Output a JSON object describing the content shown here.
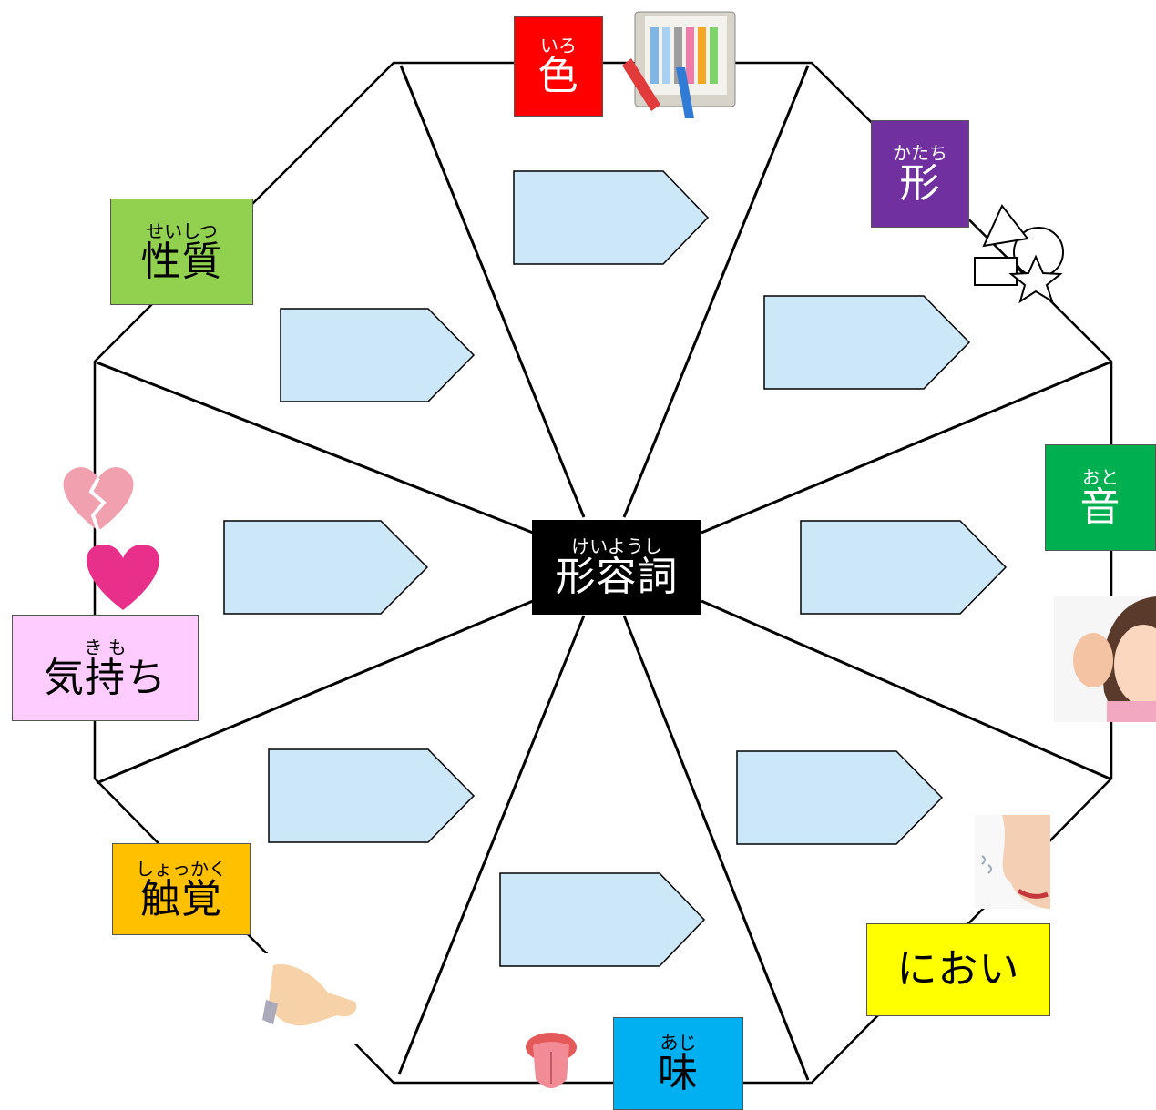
{
  "center": {
    "reading": "けいようし",
    "word": "形容詞",
    "color": "#000000"
  },
  "categories": [
    {
      "id": "iro",
      "reading": "いろ",
      "word": "色",
      "color": "#ff0000",
      "text_color": "#ffffff",
      "icon": "crayons-icon"
    },
    {
      "id": "katachi",
      "reading": "かたち",
      "word": "形",
      "color": "#7030a0",
      "text_color": "#ffffff",
      "icon": "shapes-icon"
    },
    {
      "id": "oto",
      "reading": "おと",
      "word": "音",
      "color": "#00b050",
      "text_color": "#ffffff",
      "icon": "listening-ear-icon"
    },
    {
      "id": "nioi",
      "reading": "",
      "word": "におい",
      "color": "#ffff00",
      "text_color": "#000000",
      "icon": "nose-icon"
    },
    {
      "id": "aji",
      "reading": "あじ",
      "word": "味",
      "color": "#00b0f0",
      "text_color": "#000000",
      "icon": "tongue-icon"
    },
    {
      "id": "shokkaku",
      "reading": "しょっかく",
      "word": "触覚",
      "color": "#ffc000",
      "text_color": "#000000",
      "icon": "touching-hand-icon"
    },
    {
      "id": "kimochi",
      "reading": "き も",
      "word": "気持ち",
      "color": "#ffccff",
      "text_color": "#000000",
      "icon": "heart-icon"
    },
    {
      "id": "seishitsu",
      "reading": "せいしつ",
      "word": "性質",
      "color": "#92d050",
      "text_color": "#000000",
      "icon": ""
    }
  ],
  "answer_box_fill": "#cce8f8",
  "answer_box_count": 8
}
